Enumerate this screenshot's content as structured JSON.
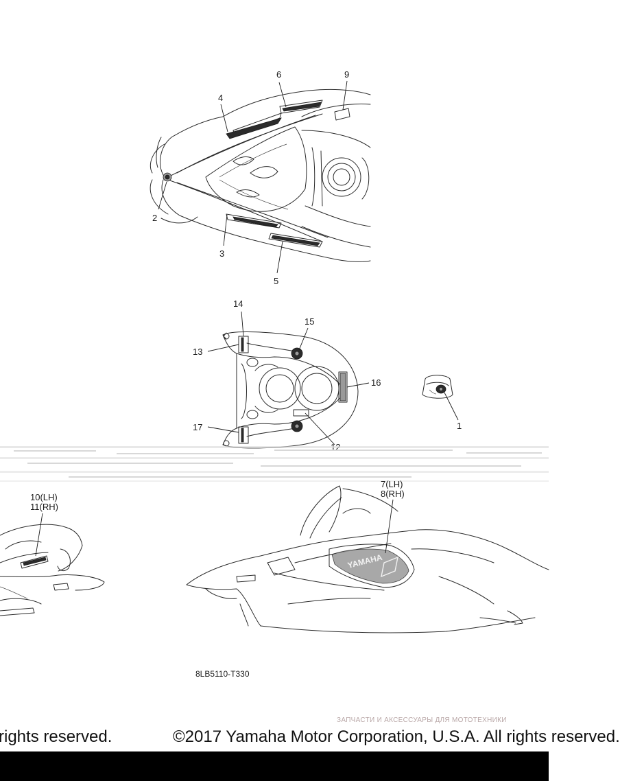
{
  "callouts": {
    "c1": "1",
    "c2": "2",
    "c3": "3",
    "c4": "4",
    "c5": "5",
    "c6": "6",
    "c9": "9",
    "c12": "12",
    "c13": "13",
    "c14": "14",
    "c15": "15",
    "c16": "16",
    "c17": "17",
    "c7": "7(LH)",
    "c8": "8(RH)",
    "c10": "10(LH)",
    "c11": "11(RH)"
  },
  "decal_text": "YAMAHA",
  "part_code": "8LB5110-T330",
  "copyright_left": "rights reserved.",
  "copyright_right": "©2017 Yamaha Motor Corporation, U.S.A. All rights reserved.",
  "watermark_text": "ЗАПЧАСТИ И АКСЕССУАРЫ ДЛЯ МОТОТЕХНИКИ"
}
